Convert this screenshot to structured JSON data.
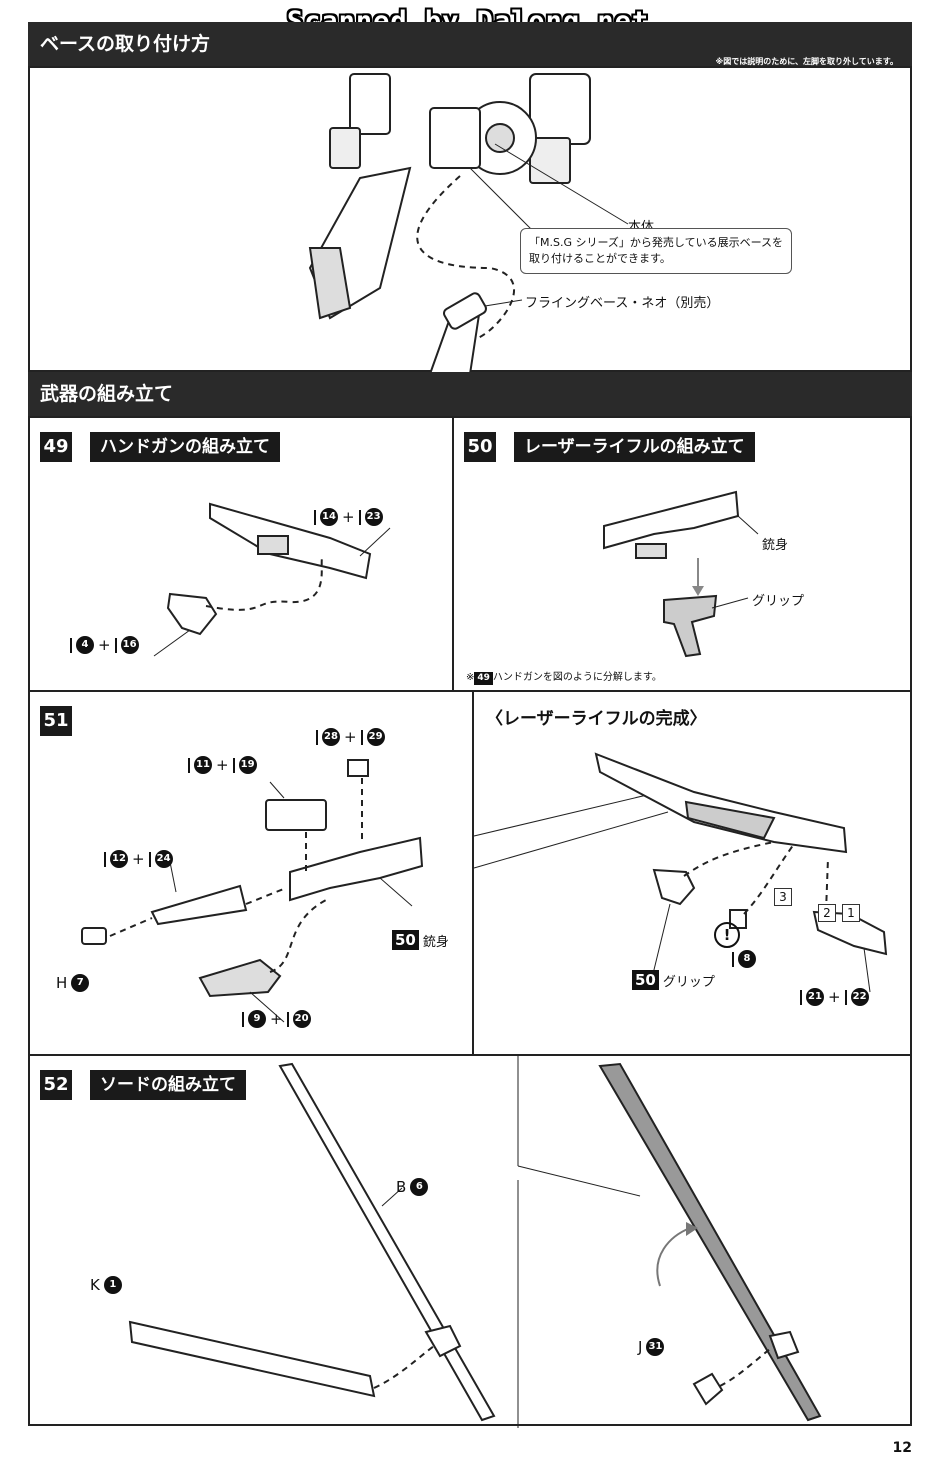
{
  "watermark": "Scanned by Dalong.net",
  "base_section": {
    "title": "ベースの取り付け方",
    "note": "※図では説明のために、左脚を取り外しています。",
    "label_body": "本体",
    "callout_line1": "「M.S.G シリーズ」から発売している展示ベースを",
    "callout_line2": "取り付けることができます。",
    "label_base": "フライングベース・ネオ（別売）"
  },
  "weapons_section": {
    "title": "武器の組み立て"
  },
  "step49": {
    "number": "49",
    "title": "ハンドガンの組み立て",
    "part_a": [
      "14",
      "23"
    ],
    "part_b": [
      "4",
      "16"
    ]
  },
  "step50": {
    "number": "50",
    "title": "レーザーライフルの組み立て",
    "label_barrel": "銃身",
    "label_grip": "グリップ",
    "note_prefix": "※",
    "note_num": "49",
    "note_text": "ハンドガンを図のように分解します。"
  },
  "step51": {
    "number": "51",
    "part_28_29": [
      "28",
      "29"
    ],
    "part_11_19": [
      "11",
      "19"
    ],
    "part_12_24": [
      "12",
      "24"
    ],
    "part_h7_letter": "H",
    "part_h7_num": "7",
    "part_9_20": [
      "9",
      "20"
    ],
    "barrel_num": "50",
    "barrel_label": "銃身"
  },
  "rifle_complete": {
    "title": "〈レーザーライフルの完成〉",
    "grip_num": "50",
    "grip_label": "グリップ",
    "part_8": "8",
    "part_21_22": [
      "21",
      "22"
    ],
    "order": [
      "3",
      "2",
      "1"
    ],
    "warn": "!"
  },
  "step52": {
    "number": "52",
    "title": "ソードの組み立て",
    "part_b6_letter": "B",
    "part_b6_num": "6",
    "part_k1_letter": "K",
    "part_k1_num": "1",
    "part_j31_letter": "J",
    "part_j31_num": "31"
  },
  "plus": "+",
  "page_number": "12"
}
